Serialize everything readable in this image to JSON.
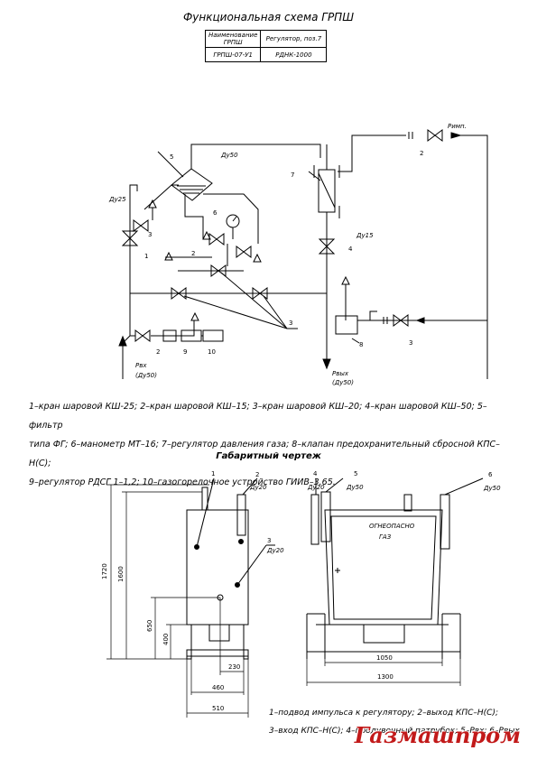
{
  "title": "Функциональная схема ГРПШ",
  "spec_table": {
    "header": [
      "Наименование ГРПШ",
      "Регулятор, поз.7"
    ],
    "row": [
      "ГРПШ-07-У1",
      "РДНК-1000"
    ]
  },
  "scheme_labels": {
    "p_imp": "Pимп.",
    "dn50_top": "Ду50",
    "dn25": "Ду25",
    "dn15": "Ду15",
    "p_in": "Pвх",
    "p_in_dn": "(Ду50)",
    "p_out": "Pвых",
    "p_out_dn": "(Ду50)",
    "positions": [
      "1",
      "2",
      "3",
      "4",
      "5",
      "6",
      "7",
      "8",
      "9",
      "10"
    ]
  },
  "legend_main": [
    "1–кран шаровой КШ-25; 2–кран шаровой КШ–15; 3–кран шаровой КШ–20; 4–кран шаровой КШ–50; 5–фильтр",
    "типа ФГ; 6–манометр МТ–16; 7–регулятор давления газа; 8–клапан предохранительный сбросной КПС–Н(С);",
    "9–регулятор РДСГ 1–1,2; 10–газогорелочное устройство ГИИВ–3,65."
  ],
  "subtitle": "Габаритный чертеж",
  "dimension_labels": {
    "h1720": "1720",
    "h1600": "1600",
    "h650": "650",
    "h400": "400",
    "w230": "230",
    "w460": "460",
    "w510": "510",
    "w1050": "1050",
    "w1300": "1300",
    "dn20_a": "Ду20",
    "dn20_b": "Ду20",
    "dn20_c": "Ду20",
    "dn50_a": "Ду50",
    "dn50_b": "Ду50",
    "warning_line1": "ОГНЕОПАСНО",
    "warning_line2": "ГАЗ"
  },
  "legend_bottom": [
    "1–подвод импульса к регулятору; 2–выход КПС–Н(С);",
    "3–вход КПС–Н(С); 4–продувочный патрубок; 5–Pвх; 6–Pвых"
  ],
  "watermark": "Газмашпром",
  "colors": {
    "line": "#000000",
    "watermark": "#c21a1a"
  }
}
